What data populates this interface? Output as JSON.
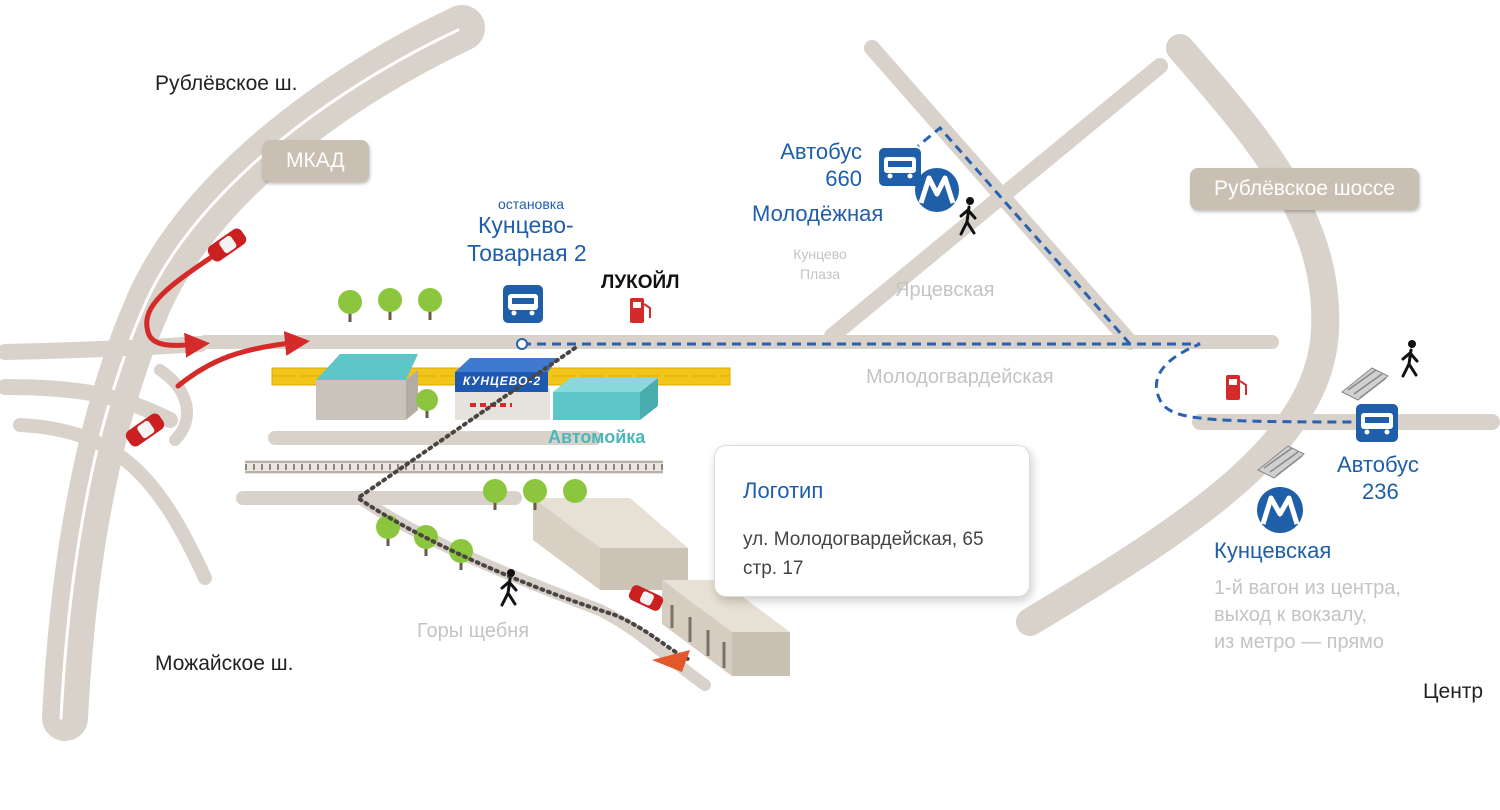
{
  "roads": {
    "rublevskoe_sh": "Рублёвское ш.",
    "mkad": "МКАД",
    "rublevskoe_shosse": "Рублёвское шоссе",
    "yartsevskaya": "Ярцевская",
    "molodogvardeyskaya": "Молодогвардейская",
    "mozhayskoe_sh": "Можайское ш.",
    "tsentr": "Центр"
  },
  "stops": {
    "kuntsevo_tovarnaya": {
      "caption": "остановка",
      "line1": "Кунцево-",
      "line2": "Товарная 2"
    },
    "bus_660": {
      "line1": "Автобус",
      "line2": "660"
    },
    "bus_236": {
      "line1": "Автобус",
      "line2": "236"
    }
  },
  "metro": {
    "molodezhnaya": "Молодёжная",
    "kuntsevskaya": "Кунцевская",
    "kuntsevskaya_note": [
      "1-й вагон из центра,",
      "выход к вокзалу,",
      "из метро — прямо"
    ],
    "symbol": "М"
  },
  "places": {
    "lukoil": "ЛУКОЙЛ",
    "kuntsevo_plaza": [
      "Кунцево",
      "Плаза"
    ],
    "station_sign": "КУНЦЕВО-2",
    "car_wash": "Автомойка",
    "gory_shchebnya": "Горы щебня"
  },
  "callout": {
    "title": "Логотип",
    "address": "ул. Молодогвардейская, 65 стр. 17"
  },
  "icons": [
    "bus-icon",
    "metro-icon",
    "pedestrian-icon",
    "fuel-icon",
    "car-icon",
    "tree-icon",
    "stairs-icon",
    "arrow-icon"
  ],
  "colors": {
    "road": "#d8d2cb",
    "label_blue": "#1f5ea8",
    "route_blue": "#2a62b0",
    "car_red": "#cc1f1f",
    "arrow_red": "#d42a2a",
    "arrow_orange": "#e2582a",
    "station_blue": "#1e58b0",
    "platform_yellow": "#f2c51a",
    "building_teal": "#5dc6c8",
    "tree_green": "#8cc63f"
  }
}
